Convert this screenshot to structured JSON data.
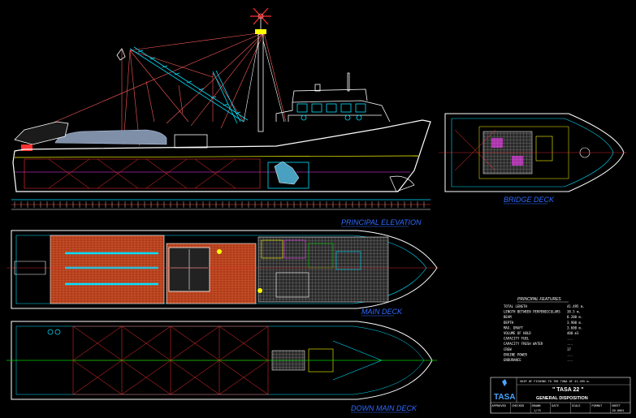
{
  "drawing": {
    "views": {
      "elevation_label": "PRINCIPAL ELEVATION",
      "bridge_label": "BRIDGE DECK",
      "main_deck_label": "MAIN DECK",
      "lower_deck_label": "DOWN MAIN DECK"
    },
    "features": {
      "title": "PRINCIPAL FEATURES",
      "rows": [
        {
          "label": "TOTAL LENGTH",
          "value": "41.495 m."
        },
        {
          "label": "LENGTH BETWEEN PERPENDICULARS",
          "value": "38.5 m."
        },
        {
          "label": "BEAM",
          "value": "8.200 m."
        },
        {
          "label": "DEPTH",
          "value": "3.900 m."
        },
        {
          "label": "MAX. DRAFT",
          "value": "3.600 m."
        },
        {
          "label": "VOLUME OF HOLD",
          "value": "400 m3"
        },
        {
          "label": "CAPACITY FUEL",
          "value": "..."
        },
        {
          "label": "CAPACITY FRESH WATER",
          "value": "..."
        },
        {
          "label": "CREW",
          "value": "17"
        },
        {
          "label": "ENGINE POWER",
          "value": "..."
        },
        {
          "label": "ENDURANCE",
          "value": "..."
        }
      ]
    },
    "title_block": {
      "note": "SHIP OF FISHING TO THE TUNA OF 41.495 m.",
      "vessel_name": "\" TASA 22 \"",
      "sheet_title": "GENERAL DISPOSITION",
      "logo": "TASA",
      "cells": [
        "APPROVED",
        "CHECKED",
        "DRAWN",
        "DATE",
        "SCALE",
        "FORMAT",
        "SHEET"
      ],
      "scale": "1/75",
      "sheet_no": "GD-0001"
    },
    "colors": {
      "background": "#000000",
      "hull": "#ffffff",
      "frame": "#ff3030",
      "structure": "#00e0ff",
      "label": "#2f6bff",
      "deck_planking": "#c0401c",
      "deck_grid": "#9a9a9a",
      "rigging": "#ff5a5a",
      "equipment_yellow": "#ffff00",
      "equipment_magenta": "#ff40ff",
      "green": "#00d000"
    }
  }
}
